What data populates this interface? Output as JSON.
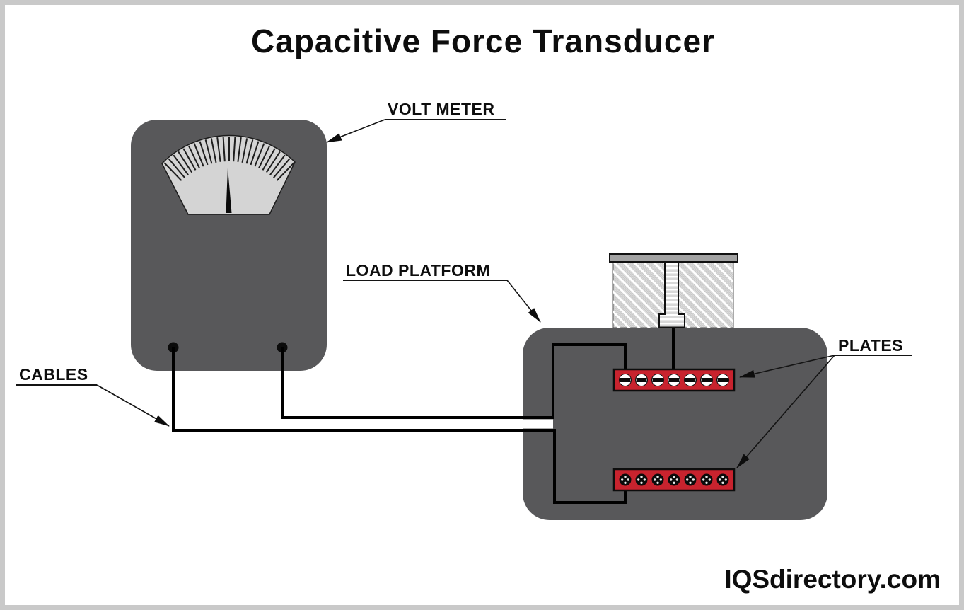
{
  "title": "Capacitive Force Transducer",
  "watermark": "IQSdirectory.com",
  "labels": {
    "volt_meter": "VOLT METER",
    "load_platform": "LOAD PLATFORM",
    "cables": "CABLES",
    "plates": "PLATES"
  },
  "colors": {
    "frame_border": "#c9c9c9",
    "device_gray": "#58585a",
    "gauge_face": "#d4d4d4",
    "plate_red": "#c8232e",
    "cap_gray": "#a2a2a2",
    "hatch_base": "#dcdcdc",
    "hatch_check": "#c9c9c9",
    "wire_black": "#000000"
  },
  "meter": {
    "tick_count": 25,
    "terminal_count": 2
  },
  "plates_detail": {
    "plate_count": 2,
    "screw_count_per_plate": 7
  }
}
